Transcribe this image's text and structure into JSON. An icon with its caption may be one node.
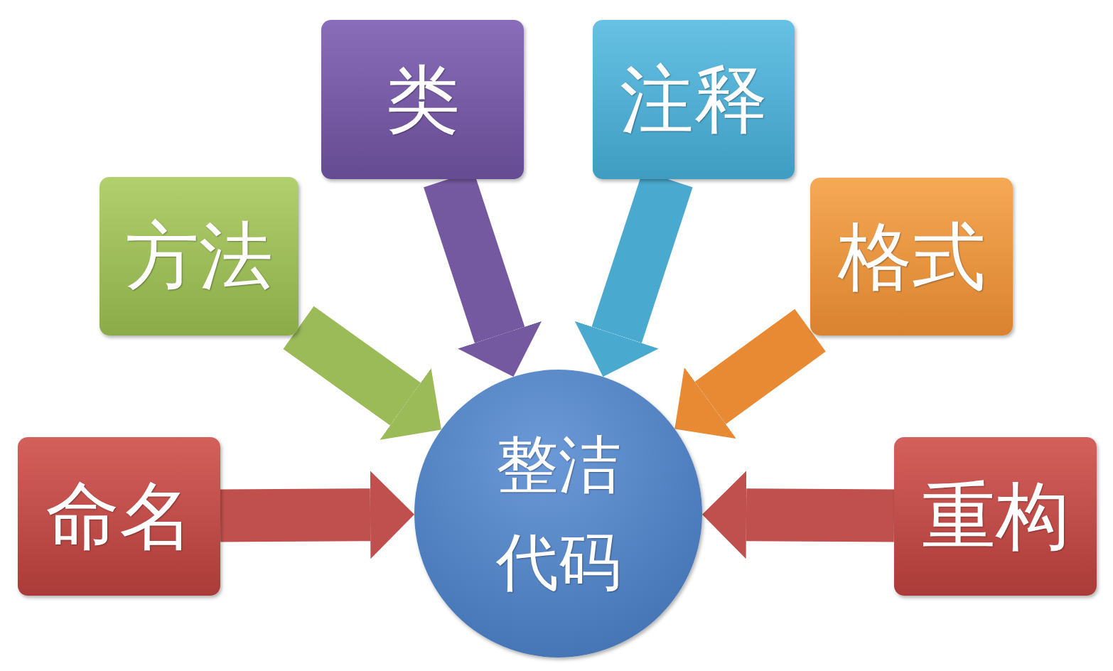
{
  "diagram": {
    "nodes": [
      {
        "text": [
          "类"
        ]
      },
      {
        "text": [
          "注释"
        ]
      },
      {
        "text": [
          "方法"
        ]
      },
      {
        "text": [
          "格式"
        ]
      },
      {
        "text": [
          "命名"
        ]
      },
      {
        "text": [
          "整洁代码"
        ]
      },
      {
        "text": [
          "重构"
        ]
      }
    ],
    "edges": [
      {
        "from": 0,
        "to": 5,
        "arrow": "to",
        "color": "#7459a0"
      },
      {
        "from": 1,
        "to": 5,
        "arrow": "to",
        "color": "#4aa9cf"
      },
      {
        "from": 2,
        "to": 5,
        "arrow": "to",
        "color": "#9bbb59"
      },
      {
        "from": 3,
        "to": 5,
        "arrow": "to",
        "color": "#e88a34"
      },
      {
        "from": 4,
        "to": 5,
        "arrow": "to",
        "color": "#c0504d"
      },
      {
        "from": 6,
        "to": 5,
        "arrow": "to",
        "color": "#c0504d"
      }
    ]
  }
}
